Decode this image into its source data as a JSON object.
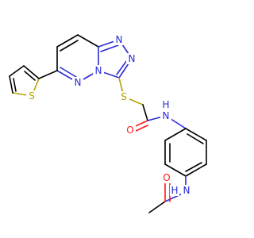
{
  "molecule": {
    "colors": {
      "carbon_bond": "#000000",
      "nitrogen": "#2a2ad8",
      "sulfur": "#b8a000",
      "oxygen": "#ff1a1a"
    },
    "atom_labels": {
      "n_triazole_top": "N",
      "n_triazole_right": "N",
      "n_bridge": "N",
      "n_pyridazine": "N",
      "s_thiophene": "S",
      "s_thioether": "S",
      "o_amide": "O",
      "nh_amide": "N",
      "h_amide": "H",
      "nh_acetamide": "N",
      "h_acetamide": "H",
      "o_acetamide": "O"
    }
  }
}
